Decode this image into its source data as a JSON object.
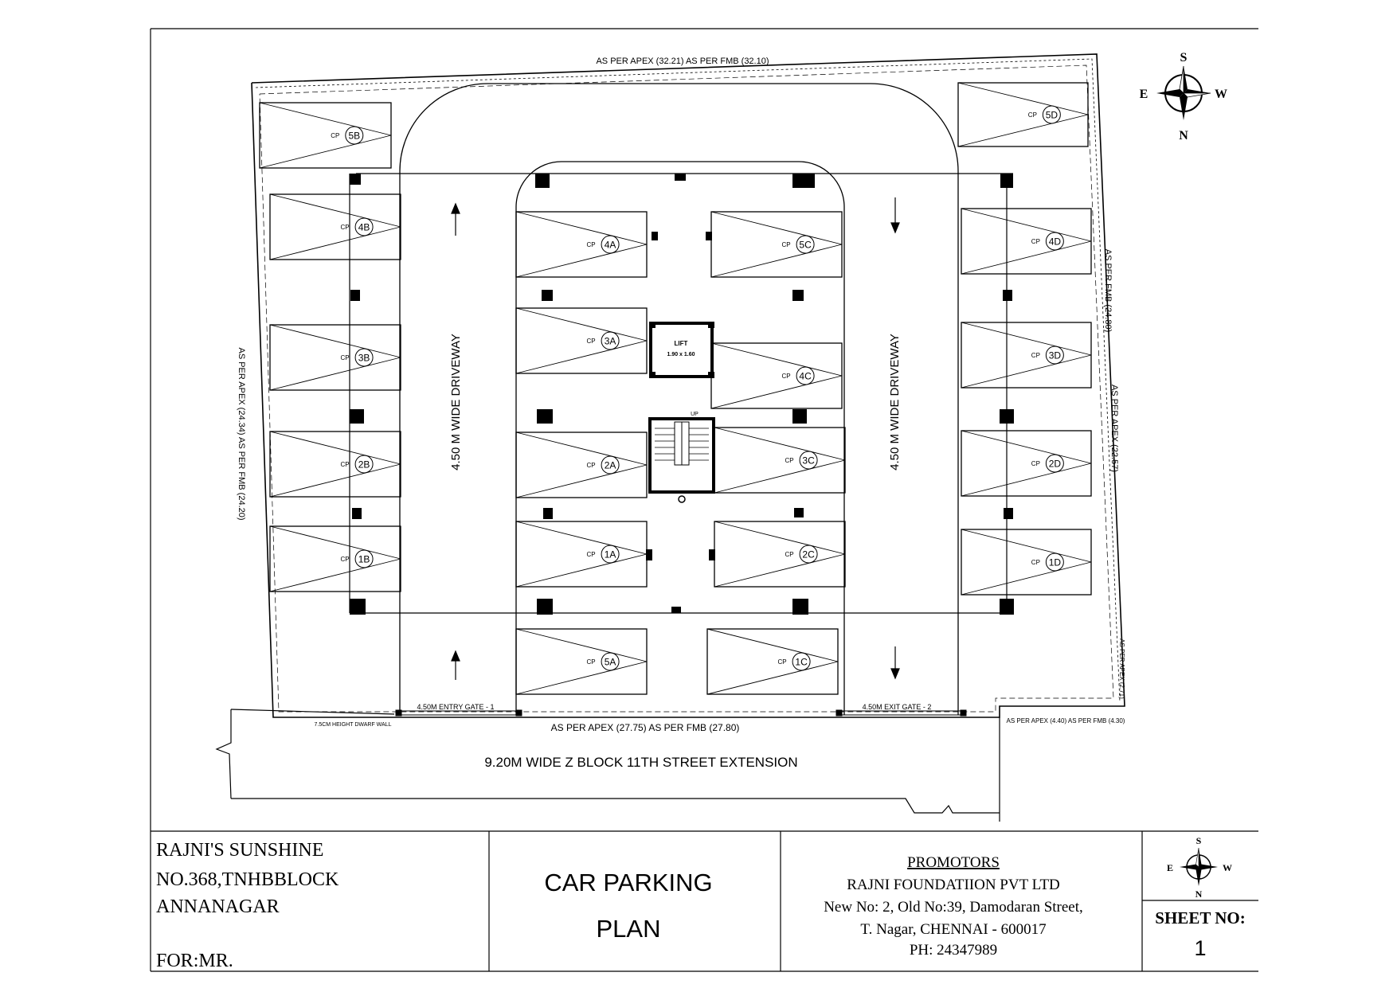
{
  "boundary": {
    "top": "AS PER APEX (32.21)   AS PER FMB (32.10)",
    "left": "AS PER APEX (24.34)  AS PER FMB (24.20)",
    "right_fmb": "AS PER FMB (24.80)",
    "right_apex": "AS PER APEX (22.57)",
    "right_small": "AS PER APEX (2.71)",
    "bottom": "AS PER APEX (27.75) AS PER FMB (27.80)",
    "bottom_right": "AS PER APEX (4.40)  AS PER FMB (4.30)"
  },
  "street": "9.20M WIDE Z BLOCK 11TH STREET EXTENSION",
  "driveway": "4.50 M WIDE DRIVEWAY",
  "entry_gate": "4.50M ENTRY GATE - 1",
  "exit_gate": "4.50M EXIT GATE - 2",
  "dwarf_wall": "7.5CM HEIGHT DWARF WALL",
  "lift": {
    "title": "LIFT",
    "size": "1.90 x 1.60"
  },
  "stair_label": "UP",
  "parking_prefix": "CP",
  "parking": [
    {
      "id": "5B"
    },
    {
      "id": "4B"
    },
    {
      "id": "3B"
    },
    {
      "id": "2B"
    },
    {
      "id": "1B"
    },
    {
      "id": "4A"
    },
    {
      "id": "3A"
    },
    {
      "id": "2A"
    },
    {
      "id": "1A"
    },
    {
      "id": "5A"
    },
    {
      "id": "5C"
    },
    {
      "id": "4C"
    },
    {
      "id": "3C"
    },
    {
      "id": "2C"
    },
    {
      "id": "1C"
    },
    {
      "id": "5D"
    },
    {
      "id": "4D"
    },
    {
      "id": "3D"
    },
    {
      "id": "2D"
    },
    {
      "id": "1D"
    }
  ],
  "compass": {
    "n": "N",
    "s": "S",
    "e": "E",
    "w": "W"
  },
  "title_block": {
    "project": "RAJNI'S SUNSHINE",
    "address1": "NO.368,TNHBBLOCK",
    "address2": "ANNANAGAR",
    "for": "FOR:MR.",
    "drawing_title_1": "CAR PARKING",
    "drawing_title_2": "PLAN",
    "promoters_heading": "PROMOTORS",
    "company": "RAJNI FOUNDATIION PVT LTD",
    "address_line_1": "New No: 2, Old No:39, Damodaran Street,",
    "address_line_2": "T. Nagar, CHENNAI - 600017",
    "phone": "PH: 24347989",
    "sheet_label": "SHEET NO:",
    "sheet_number": "1"
  }
}
